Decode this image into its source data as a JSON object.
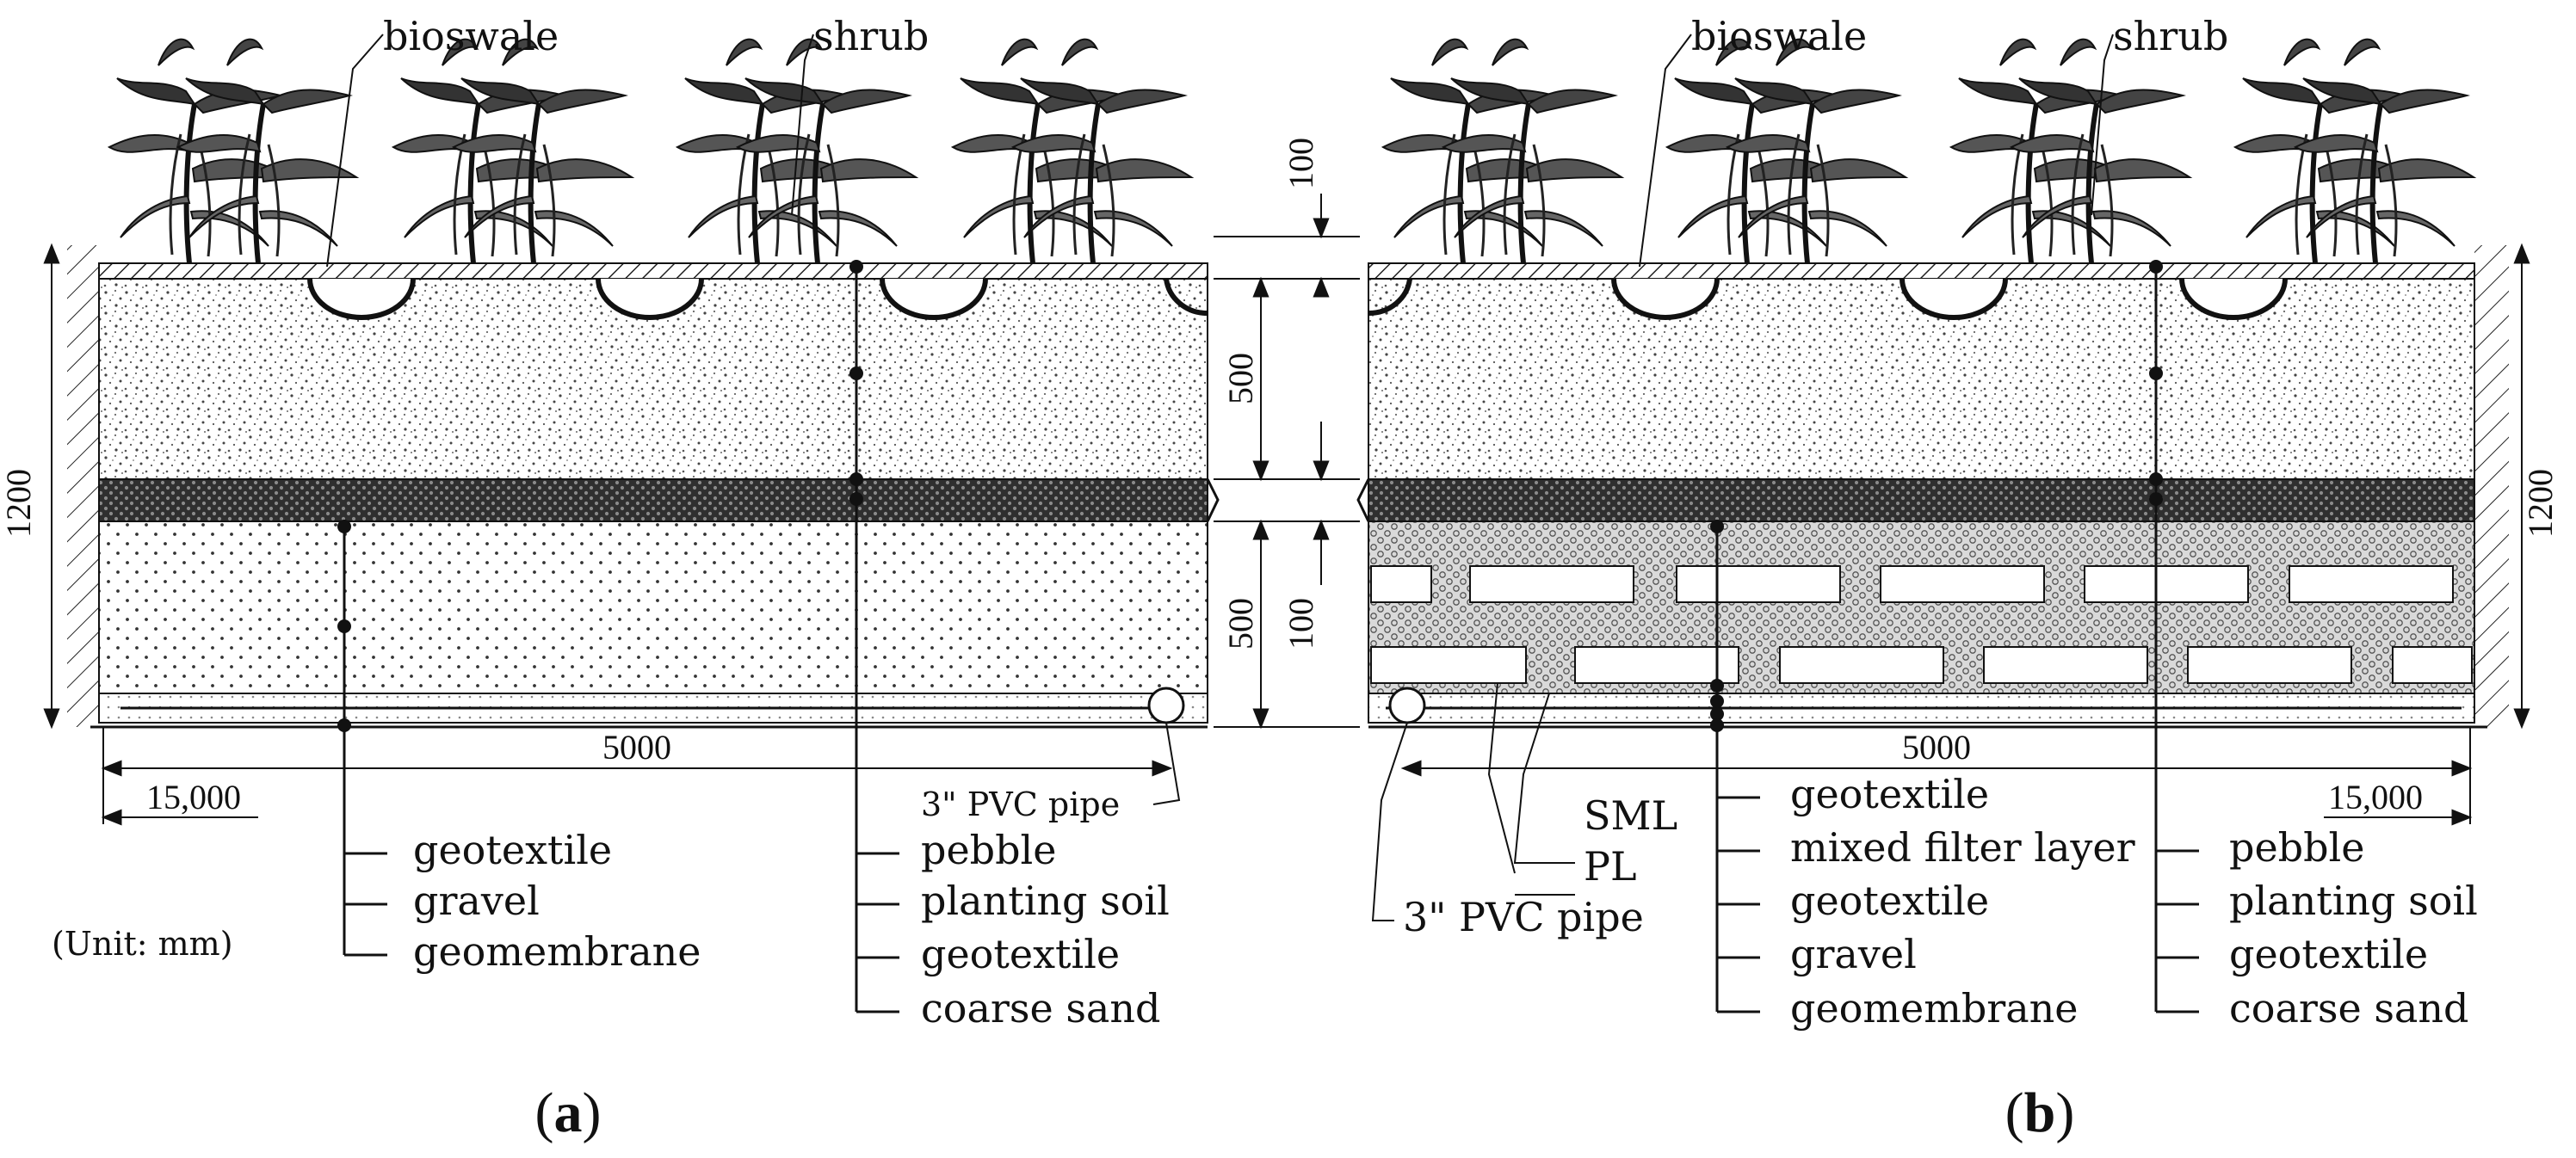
{
  "panel_a": {
    "callouts": {
      "bioswale": "bioswale",
      "shrub": "shrub"
    },
    "dimensions": {
      "total_depth": "1200",
      "width": "5000",
      "side": "15,000"
    },
    "pipe": "3\" PVC pipe",
    "labels_left": [
      "geotextile",
      "gravel",
      "geomembrane"
    ],
    "labels_right": [
      "pebble",
      "planting soil",
      "geotextile",
      "coarse sand"
    ],
    "unit": "(Unit: mm)",
    "caption_open": "(",
    "caption_letter": "a",
    "caption_close": ")"
  },
  "center_dims": {
    "top": "100",
    "upper": "500",
    "lower": "500",
    "mid": "100"
  },
  "panel_b": {
    "callouts": {
      "bioswale": "bioswale",
      "shrub": "shrub"
    },
    "dimensions": {
      "total_depth": "1200",
      "width": "5000",
      "side": "15,000"
    },
    "pipe": "3\" PVC pipe",
    "layer_tags": {
      "sml": "SML",
      "pl": "PL"
    },
    "labels_mid": [
      "geotextile",
      "mixed filter layer",
      "geotextile",
      "gravel",
      "geomembrane"
    ],
    "labels_right": [
      "pebble",
      "planting soil",
      "geotextile",
      "coarse sand"
    ],
    "caption_open": "(",
    "caption_letter": "b",
    "caption_close": ")"
  }
}
